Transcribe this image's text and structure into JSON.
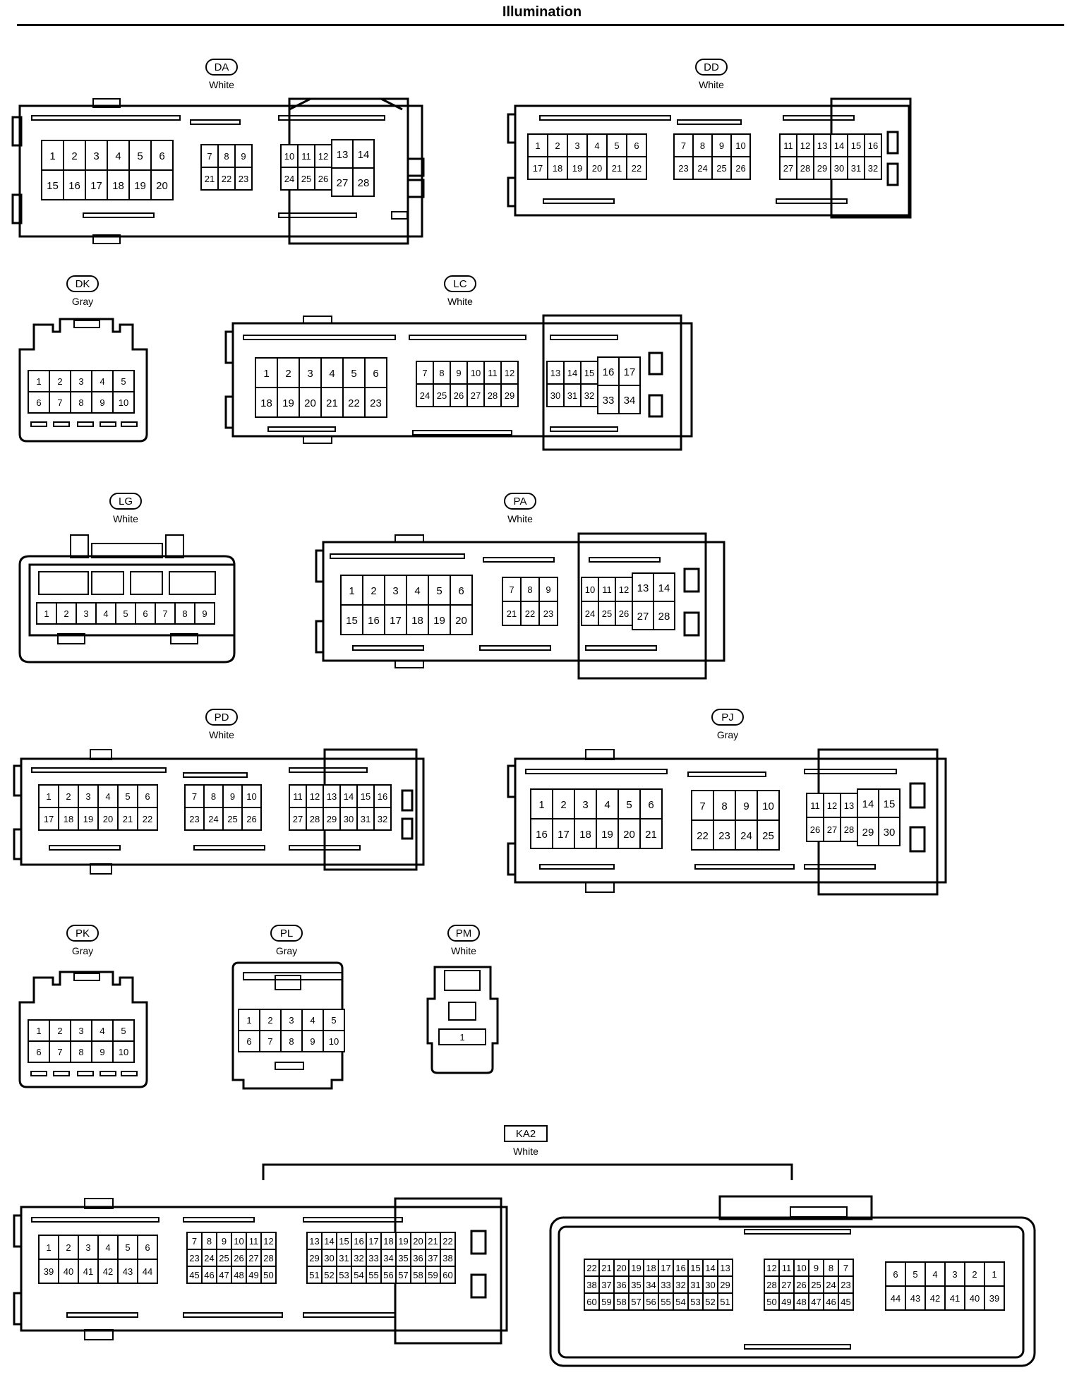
{
  "title": "Illumination",
  "connectors": [
    {
      "id": "DA",
      "color": "White"
    },
    {
      "id": "DD",
      "color": "White"
    },
    {
      "id": "DK",
      "color": "Gray"
    },
    {
      "id": "LC",
      "color": "White"
    },
    {
      "id": "LG",
      "color": "White"
    },
    {
      "id": "PA",
      "color": "White"
    },
    {
      "id": "PD",
      "color": "White"
    },
    {
      "id": "PJ",
      "color": "Gray"
    },
    {
      "id": "PK",
      "color": "Gray"
    },
    {
      "id": "PL",
      "color": "Gray"
    },
    {
      "id": "PM",
      "color": "White"
    },
    {
      "id": "KA2",
      "color": "White"
    }
  ]
}
